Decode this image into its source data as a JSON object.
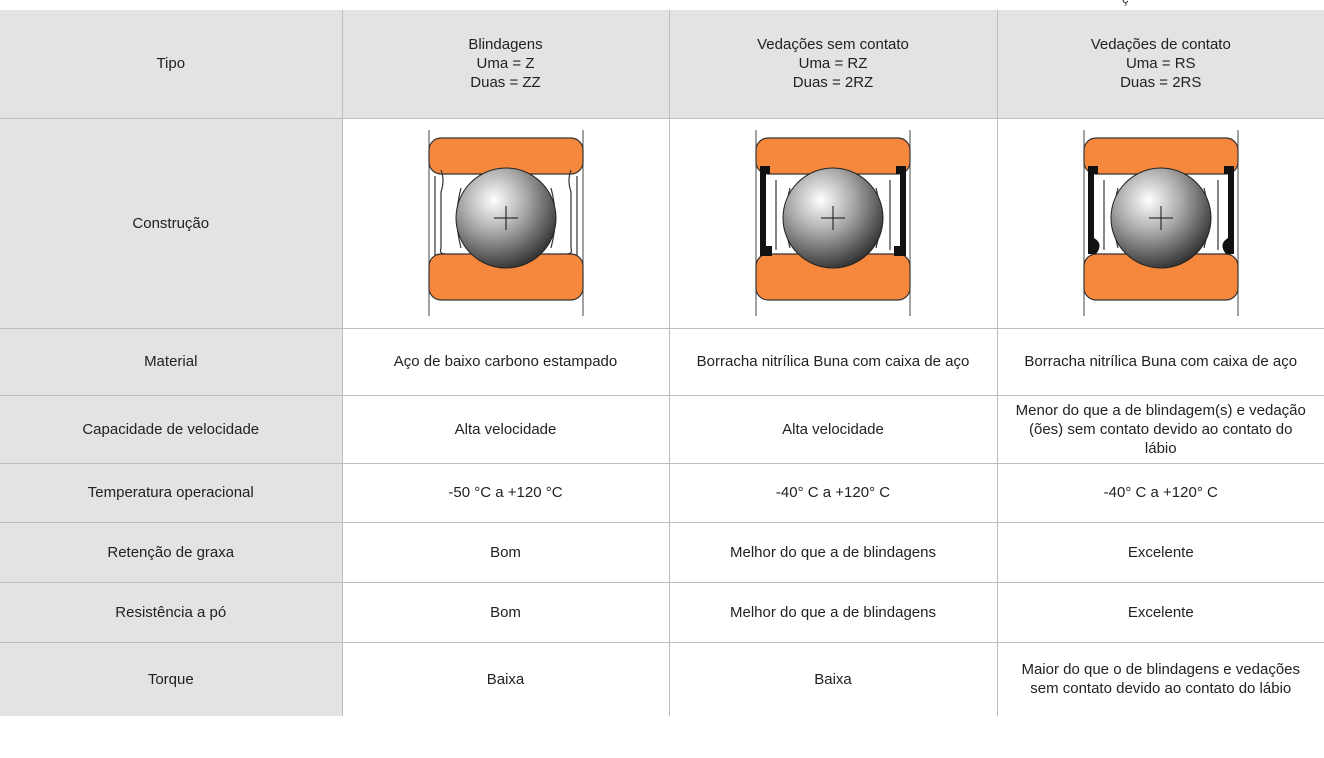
{
  "title_cut": "ç",
  "header": {
    "label": "Tipo",
    "columns": [
      {
        "lines": [
          "Blindagens",
          "Uma = Z",
          "Duas = ZZ"
        ]
      },
      {
        "lines": [
          "Vedações sem contato",
          "Uma = RZ",
          "Duas = 2RZ"
        ]
      },
      {
        "lines": [
          "Vedações de contato",
          "Uma = RS",
          "Duas = 2RS"
        ]
      }
    ]
  },
  "construction": {
    "label": "Construção",
    "images": [
      {
        "icon": "bearing-shield-diagram-icon"
      },
      {
        "icon": "bearing-noncontact-seal-diagram-icon"
      },
      {
        "icon": "bearing-contact-seal-diagram-icon"
      }
    ]
  },
  "rows": [
    {
      "label": "Material",
      "values": [
        "Aço de baixo carbono estampado",
        "Borracha nitrílica Buna com caixa de aço",
        "Borracha nitrílica Buna com caixa de aço"
      ]
    },
    {
      "label": "Capacidade de velocidade",
      "values": [
        "Alta velocidade",
        "Alta velocidade",
        "Menor do que a de blindagem(s) e vedação (ões) sem contato devido ao contato do lábio"
      ]
    },
    {
      "label": "Temperatura operacional",
      "values": [
        "-50 °C a +120 °C",
        "-40° C a +120° C",
        "-40° C a +120° C"
      ]
    },
    {
      "label": "Retenção de graxa",
      "values": [
        "Bom",
        "Melhor do que a de blindagens",
        "Excelente"
      ]
    },
    {
      "label": "Resistência a pó",
      "values": [
        "Bom",
        "Melhor do que a de blindagens",
        "Excelente"
      ]
    },
    {
      "label": "Torque",
      "values": [
        "Baixa",
        "Baixa",
        "Maior do que o de blindagens e vedações sem contato devido ao contato do lábio"
      ]
    }
  ],
  "colors": {
    "ring": "#f5883c",
    "label_bg": "#e3e3e3",
    "border": "#bdbdbd"
  }
}
